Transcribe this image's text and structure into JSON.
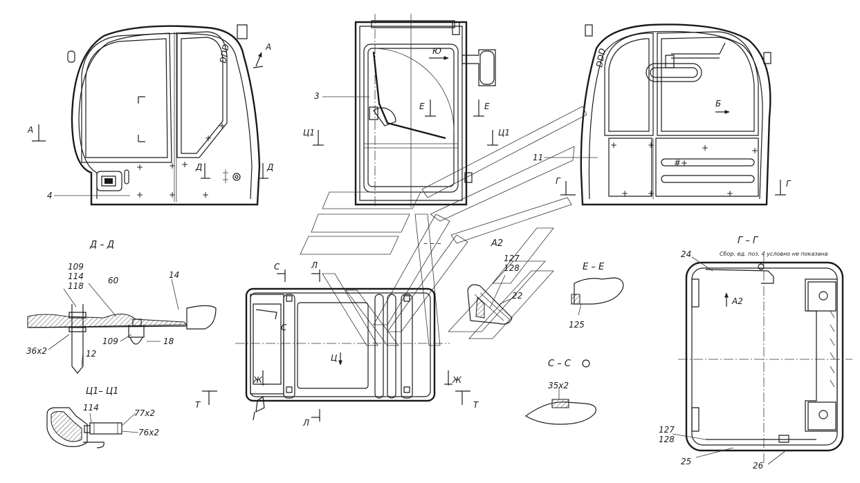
{
  "views": {
    "dd_title": "Д – Д",
    "c1c1_title": "Ц1– Ц1",
    "ee_title": "Е – Е",
    "cc_title": "С – С",
    "gg_title": "Г – Г",
    "gg_note": "Сбор. ед. поз. 4 условно не показана",
    "a2_title": "А2"
  },
  "section_markers": {
    "a_top": "А",
    "a_left": "А",
    "d_left": "Д",
    "d_right": "Д",
    "yu": "Ю",
    "e_left": "Е",
    "e_right": "Е",
    "c1_left": "Ц1",
    "c1_right": "Ц1",
    "b": "Б",
    "g_left": "Г",
    "g_right": "Г",
    "g_mark": "Г",
    "c_top": "С",
    "c_mid": "С",
    "l_top": "Л",
    "l_bottom": "Л",
    "zh_left": "Ж",
    "zh_right": "Ж",
    "t_left": "Т",
    "t_right": "Т",
    "ts_center": "Ц",
    "a2_arrow": "А2"
  },
  "part_labels": {
    "p3": "3",
    "p4": "4",
    "p11": "11",
    "p109a": "109",
    "p114a": "114",
    "p118": "118",
    "p60": "60",
    "p14": "14",
    "p36x2": "36х2",
    "p109b": "109",
    "p18": "18",
    "p12": "12",
    "p114b": "114",
    "p77x2": "77х2",
    "p76x2": "76х2",
    "p127a": "127",
    "p128a": "128",
    "p22": "22",
    "p125": "125",
    "p35x2": "35х2",
    "p24": "24",
    "p127b": "127",
    "p128b": "128",
    "p25": "25",
    "p26": "26"
  }
}
